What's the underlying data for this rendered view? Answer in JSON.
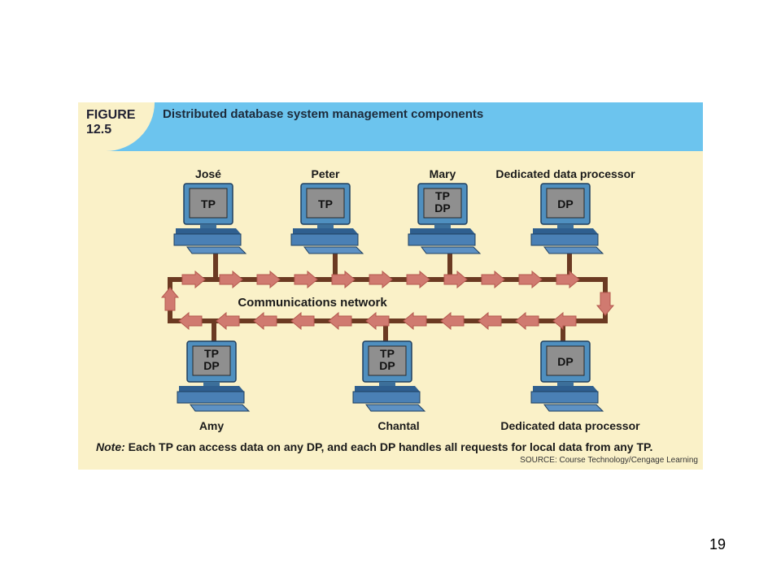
{
  "figure": {
    "label_line1": "FIGURE",
    "label_line2": "12.5",
    "title": "Distributed database system management components",
    "banner_color": "#6cc4ee",
    "background_color": "#faf1c8"
  },
  "nodes": {
    "jose": {
      "name": "José",
      "roles": [
        "TP"
      ]
    },
    "peter": {
      "name": "Peter",
      "roles": [
        "TP"
      ]
    },
    "mary": {
      "name": "Mary",
      "roles": [
        "TP",
        "DP"
      ]
    },
    "dp_top": {
      "name": "Dedicated data processor",
      "roles": [
        "DP"
      ]
    },
    "amy": {
      "name": "Amy",
      "roles": [
        "TP",
        "DP"
      ]
    },
    "chantal": {
      "name": "Chantal",
      "roles": [
        "TP",
        "DP"
      ]
    },
    "dp_bottom": {
      "name": "Dedicated data processor",
      "roles": [
        "DP"
      ]
    }
  },
  "network": {
    "label": "Communications network",
    "line_color": "#6b3a22",
    "arrow_color": "#d07a70"
  },
  "note": {
    "prefix": "Note:",
    "text": " Each TP can access data on any DP, and each DP handles all requests for local data from any TP."
  },
  "source": "SOURCE: Course Technology/Cengage Learning",
  "page_number": "19"
}
